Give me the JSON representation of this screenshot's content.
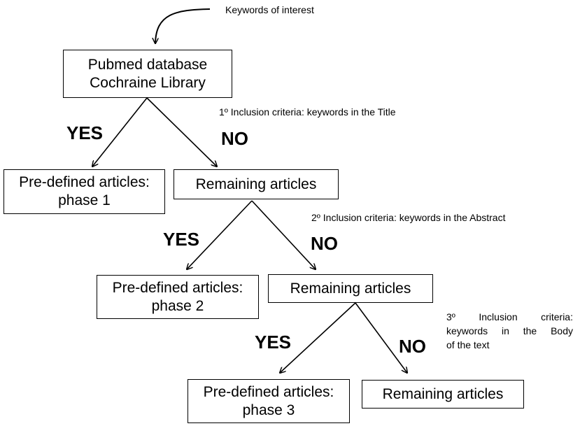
{
  "keywords_label": "Keywords of interest",
  "boxes": {
    "databases": {
      "line1": "Pubmed database",
      "line2": "Cochraine Library"
    },
    "predefined_1": {
      "line1": "Pre-defined articles:",
      "line2": "phase 1"
    },
    "remaining_1": {
      "line1": "Remaining articles"
    },
    "predefined_2": {
      "line1": "Pre-defined articles:",
      "line2": "phase 2"
    },
    "remaining_2": {
      "line1": "Remaining articles"
    },
    "predefined_3": {
      "line1": "Pre-defined articles:",
      "line2": "phase 3"
    },
    "remaining_3": {
      "line1": "Remaining articles"
    }
  },
  "criteria": {
    "first": "1º Inclusion criteria: keywords in the Title",
    "second": "2º Inclusion criteria: keywords in the Abstract",
    "third_line1": "3º Inclusion criteria:",
    "third_line2": "keywords in the Body",
    "third_line3": "of the text"
  },
  "decisions": {
    "yes": "YES",
    "no": "NO"
  }
}
